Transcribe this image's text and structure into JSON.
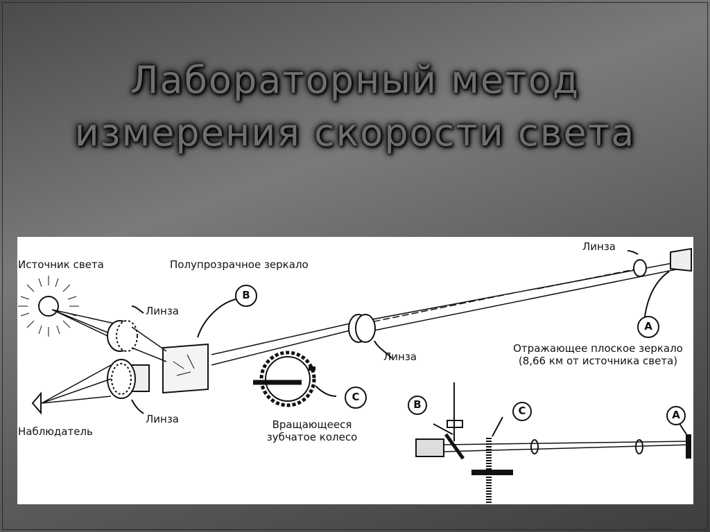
{
  "slide": {
    "title_line1": "Лабораторный метод",
    "title_line2": "измерения скорости света"
  },
  "diagram": {
    "source_label": "Источник света",
    "half_mirror_label": "Полупрозрачное зеркало",
    "lens_label_top": "Линза",
    "lens_label_bottom": "Линза",
    "lens_label_middle": "Линза",
    "lens_label_far": "Линза",
    "observer_label": "Наблюдатель",
    "wheel_label_line1": "Вращающееся",
    "wheel_label_line2": "зубчатое колесо",
    "mirror_label_line1": "Отражающее плоское зеркало",
    "mirror_label_line2": "(8,66 км от источника света)",
    "marker_b": "B",
    "marker_c": "C",
    "marker_a": "A",
    "marker_b2": "B",
    "marker_c2": "C",
    "marker_a2": "A"
  }
}
